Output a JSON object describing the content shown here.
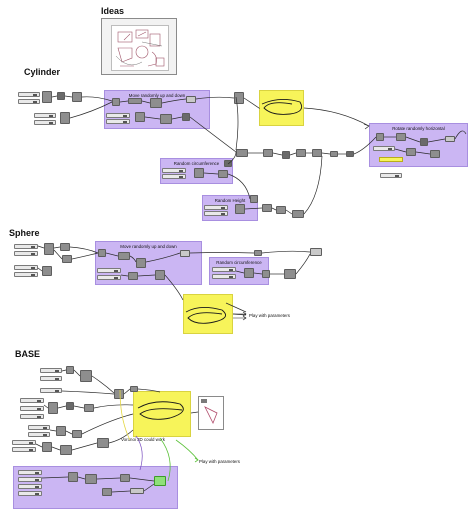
{
  "sections": {
    "ideas": "Ideas",
    "cylinder": "Cylinder",
    "sphere": "Sphere",
    "base": "BASE"
  },
  "groups": {
    "cyl_move": "Move randomly up and down",
    "cyl_rotate": "Rotate randomly horizontal",
    "cyl_circ": "Random circumference",
    "cyl_height": "Random Height",
    "sph_move": "Move randomly up and down",
    "sph_circ": "Random circumference"
  },
  "notes": {
    "sphere_play": "Play with parameters",
    "base_voronoi": "Voronoi 3D could work",
    "base_play": "Play with parameters"
  },
  "colors": {
    "group_fill": "#cbb6f3",
    "sticky_fill": "#f7f45a",
    "component": "#8e8e8e",
    "wire": "#2b2b2b",
    "voronoi_wire": "#7a4fbf",
    "play_wire": "#5cc23a"
  }
}
